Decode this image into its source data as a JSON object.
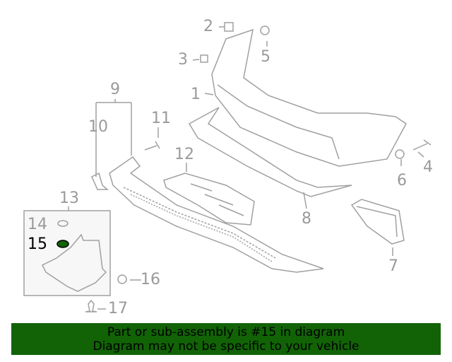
{
  "diagram": {
    "callouts": [
      "1",
      "2",
      "3",
      "4",
      "5",
      "6",
      "7",
      "8",
      "9",
      "10",
      "11",
      "12",
      "13",
      "14",
      "15",
      "16",
      "17"
    ],
    "highlighted_callout": "15",
    "highlight_color": "#116306",
    "line_color": "#9a9a9a"
  },
  "banner": {
    "line1": "Part or sub-assembly is #15 in diagram",
    "line2": "Diagram may not be specific to your vehicle",
    "background": "#116306"
  }
}
